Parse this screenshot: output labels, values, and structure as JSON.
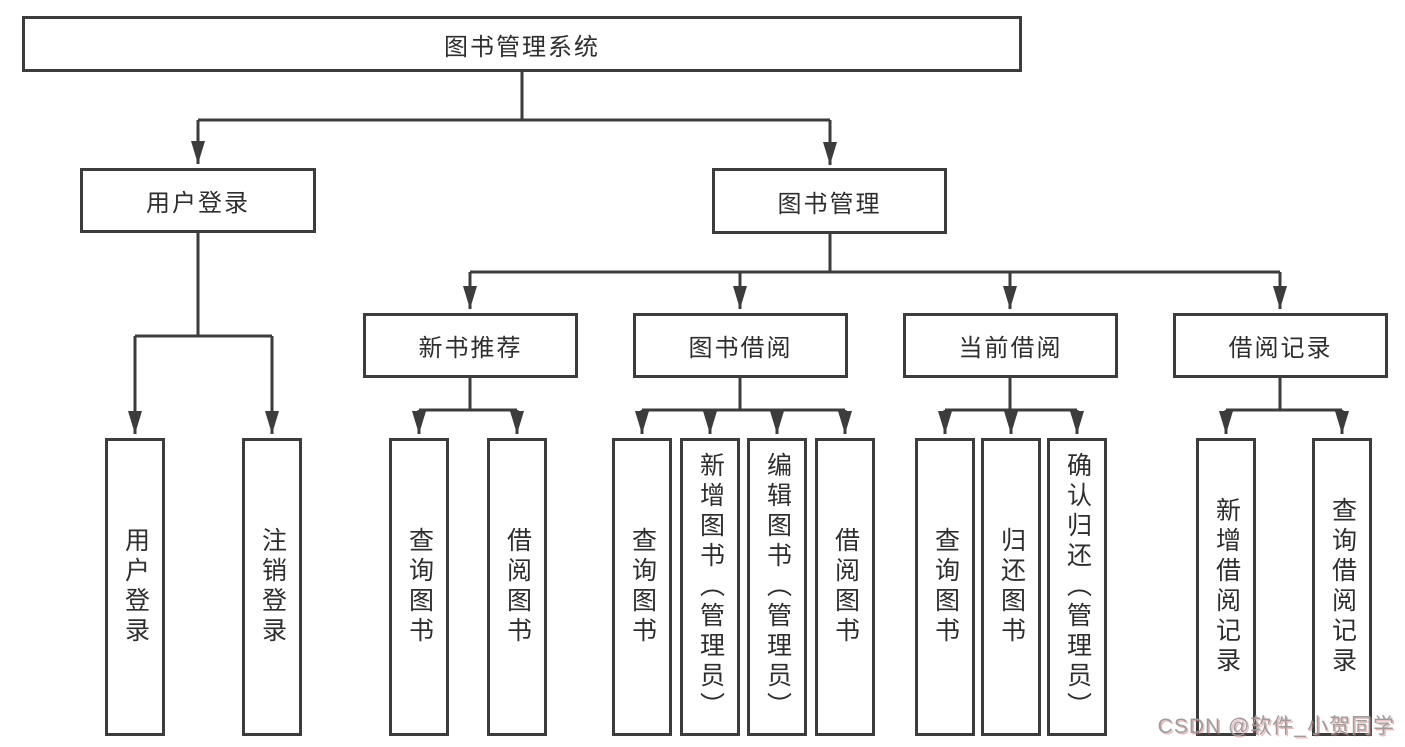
{
  "diagram_title": "图书管理系统",
  "colors": {
    "line": "#3c3c3c",
    "text": "#2e2e2e",
    "background": "#ffffff",
    "watermark_gray": "#9d9d9d",
    "watermark_red_tint": "#d16b6b"
  },
  "root": {
    "label": "图书管理系统"
  },
  "level2": [
    {
      "label": "用户登录"
    },
    {
      "label": "图书管理"
    }
  ],
  "level3": [
    {
      "label": "新书推荐",
      "parent": "图书管理"
    },
    {
      "label": "图书借阅",
      "parent": "图书管理"
    },
    {
      "label": "当前借阅",
      "parent": "图书管理"
    },
    {
      "label": "借阅记录",
      "parent": "图书管理"
    }
  ],
  "leaves": [
    {
      "label": "用户登录",
      "parent": "用户登录"
    },
    {
      "label": "注销登录",
      "parent": "用户登录"
    },
    {
      "label": "查询图书",
      "parent": "新书推荐"
    },
    {
      "label": "借阅图书",
      "parent": "新书推荐"
    },
    {
      "label": "查询图书",
      "parent": "图书借阅"
    },
    {
      "label": "新增图书（管理员）",
      "parent": "图书借阅"
    },
    {
      "label": "编辑图书（管理员）",
      "parent": "图书借阅"
    },
    {
      "label": "借阅图书",
      "parent": "图书借阅"
    },
    {
      "label": "查询图书",
      "parent": "当前借阅"
    },
    {
      "label": "归还图书",
      "parent": "当前借阅"
    },
    {
      "label": "确认归还（管理员）",
      "parent": "当前借阅"
    },
    {
      "label": "新增借阅记录",
      "parent": "借阅记录"
    },
    {
      "label": "查询借阅记录",
      "parent": "借阅记录"
    }
  ],
  "watermark": {
    "text": "CSDN @软件_小贺同学"
  }
}
